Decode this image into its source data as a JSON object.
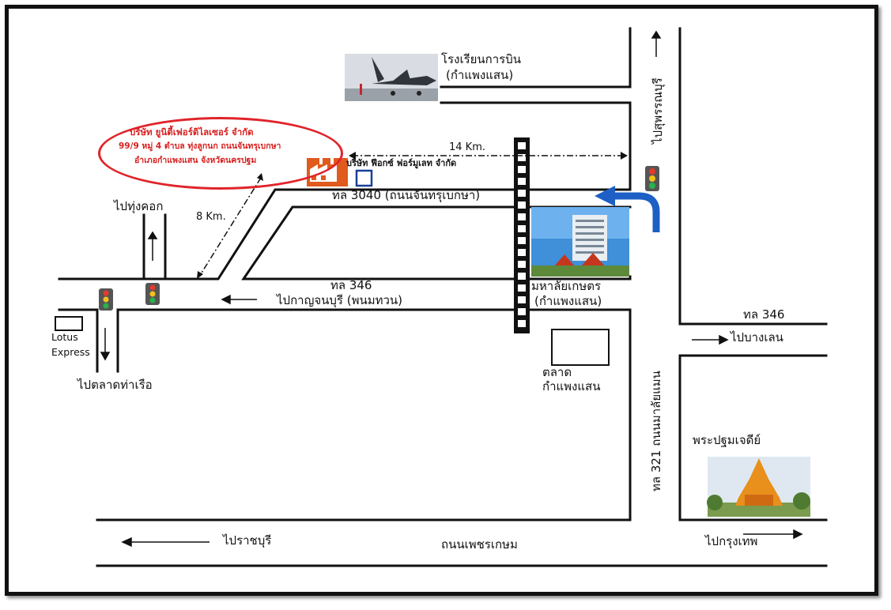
{
  "labels": {
    "flight_school_l1": "โรงเรียนการบิน",
    "flight_school_l2": "(กำแพงแสน)",
    "company_name": "บริษัท ยูนิตี้เฟอร์ติไลเซอร์ จำกัด",
    "company_addr1": "99/9 หมู่ 4 ตำบล ทุ่งลูกนก ถนนจันทรุเบกษา",
    "company_addr2": "อำเภอกำแพงแสน  จังหวัดนครปฐม",
    "dist_14": "14 Km.",
    "dist_8": "8 Km.",
    "other_company": "บริษัท ฟีอกซ์ ฟอร์มูเลท จำกัด",
    "road_3040": "ทล 3040 (ถนนจันทรุเบกษา)",
    "to_thung_khok": "ไปทุ่งคอก",
    "road_346_a": "ทล 346",
    "to_kanchanaburi": "ไปกาญจนบุรี (พนมทวน)",
    "university_l1": "มหาลัยเกษตร",
    "university_l2": "(กำแพงแสน)",
    "road_346_b": "ทล 346",
    "to_bang_len": "ไปบางเลน",
    "lotus_l1": "Lotus",
    "lotus_l2": "Express",
    "to_tha_ruea": "ไปตลาดท่าเรือ",
    "market_l1": "ตลาด",
    "market_l2": "กำแพงแสน",
    "road_321": "ทล 321 ถนนมาลัยแมน",
    "to_suphanburi": "ไปสุพรรณบุรี",
    "chedi": "พระปฐมเจดีย์",
    "to_ratchaburi": "ไปราชบุรี",
    "phetkasem": "ถนนเพชรเกษม",
    "to_bangkok": "ไปกรุงเทพ"
  },
  "colors": {
    "accent_red": "#e0242a",
    "arrow_blue": "#1d5fc4",
    "railway": "#111111"
  },
  "icons": [
    "jet-plane-image",
    "factory-icon",
    "building-image",
    "chedi-image",
    "traffic-light-icon"
  ]
}
